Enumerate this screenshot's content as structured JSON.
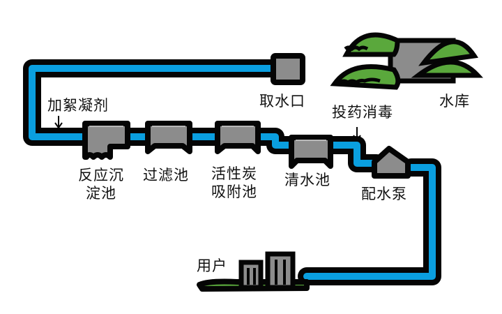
{
  "title": "自来水供水流程",
  "colors": {
    "water": "#0a9fe0",
    "outline": "#050505",
    "tank_fill": "#8c8c8c",
    "hill_fill": "#5aa83c",
    "background": "#ffffff"
  },
  "nodes": {
    "reservoir": {
      "label": "水库",
      "icon": "reservoir-with-hills-icon"
    },
    "intake": {
      "label": "取水口",
      "icon": "intake-box-icon"
    },
    "coagulant": {
      "label": "加絮凝剂",
      "icon": "arrow-down-icon"
    },
    "sedimentation": {
      "label_line1": "反应沉",
      "label_line2": "淀池",
      "icon": "tank-icon"
    },
    "filter": {
      "label": "过滤池",
      "icon": "tank-icon"
    },
    "carbon": {
      "label_line1": "活性炭",
      "label_line2": "吸附池",
      "icon": "tank-icon"
    },
    "clear_water": {
      "label": "清水池",
      "icon": "tank-icon"
    },
    "disinfection": {
      "label": "投药消毒",
      "icon": "arrow-down-icon"
    },
    "pump": {
      "label": "配水泵",
      "icon": "pump-house-icon"
    },
    "users": {
      "label": "用户",
      "icon": "buildings-icon"
    }
  },
  "flow_order": [
    "水库",
    "取水口",
    "加絮凝剂",
    "反应沉淀池",
    "过滤池",
    "活性炭吸附池",
    "清水池",
    "投药消毒",
    "配水泵",
    "用户"
  ]
}
